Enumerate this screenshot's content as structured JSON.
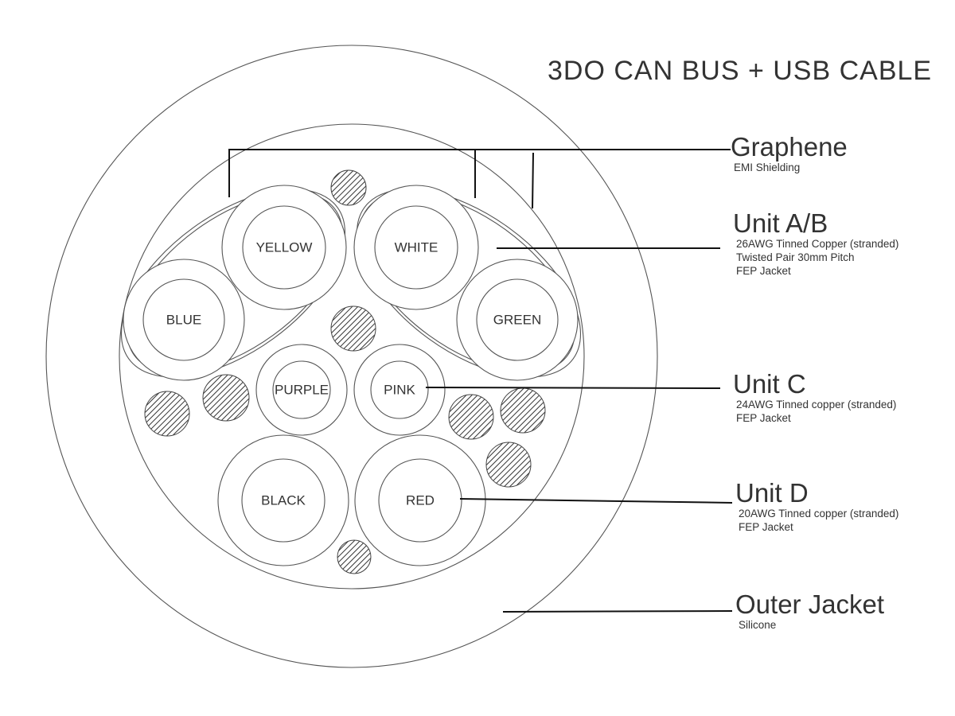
{
  "title": "3DO CAN BUS + USB CABLE",
  "wires": {
    "yellow": "YELLOW",
    "white": "WHITE",
    "blue": "BLUE",
    "green": "GREEN",
    "purple": "PURPLE",
    "pink": "PINK",
    "black": "BLACK",
    "red": "RED"
  },
  "callouts": {
    "graphene": {
      "heading": "Graphene",
      "lines": [
        "EMI Shielding"
      ]
    },
    "unit_ab": {
      "heading": "Unit A/B",
      "lines": [
        "26AWG Tinned Copper (stranded)",
        "Twisted Pair 30mm Pitch",
        "FEP Jacket"
      ]
    },
    "unit_c": {
      "heading": "Unit C",
      "lines": [
        "24AWG Tinned copper (stranded)",
        "FEP Jacket"
      ]
    },
    "unit_d": {
      "heading": "Unit D",
      "lines": [
        "20AWG Tinned copper (stranded)",
        "FEP Jacket"
      ]
    },
    "outer_jacket": {
      "heading": "Outer Jacket",
      "lines": [
        "Silicone"
      ]
    }
  }
}
